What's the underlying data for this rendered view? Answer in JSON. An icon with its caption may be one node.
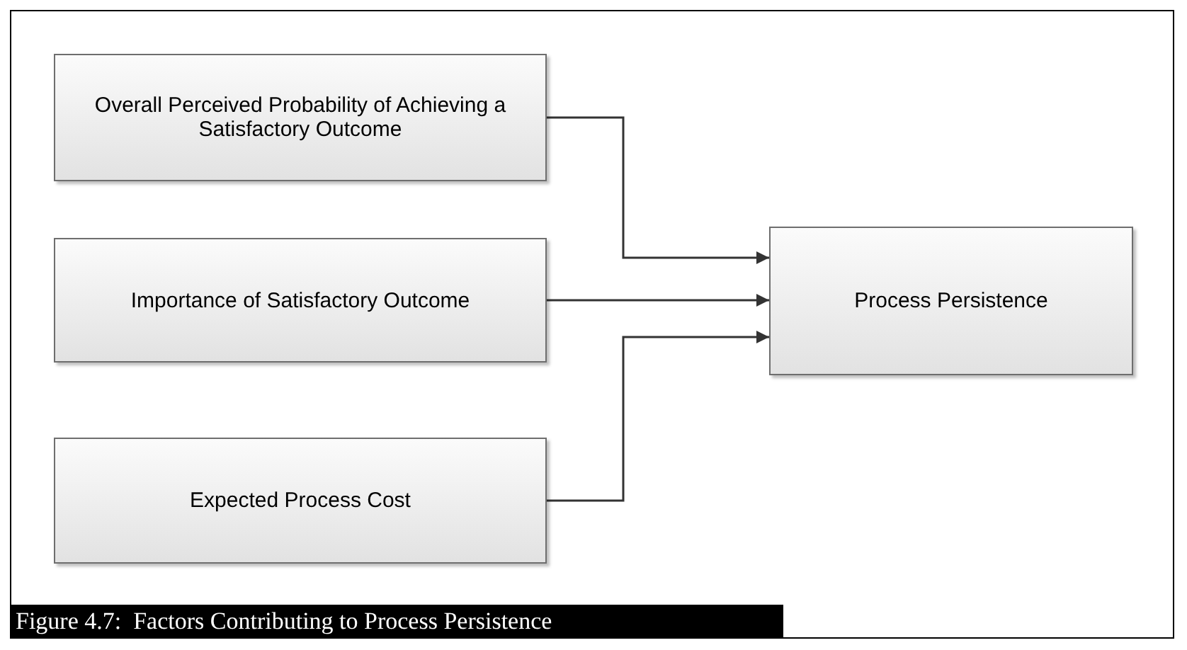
{
  "diagram": {
    "caption": "Figure 4.7:  Factors Contributing to Process Persistence",
    "nodes": [
      {
        "text": [
          "Overall Perceived Probability of Achieving a Satisfactory Outcome"
        ]
      },
      {
        "text": [
          "Importance of Satisfactory Outcome"
        ]
      },
      {
        "text": [
          "Expected Process Cost"
        ]
      },
      {
        "text": [
          "Process Persistence"
        ]
      }
    ],
    "edges": [
      {
        "from": 0,
        "to": 3,
        "arrow": "to"
      },
      {
        "from": 1,
        "to": 3,
        "arrow": "to"
      },
      {
        "from": 2,
        "to": 3,
        "arrow": "to"
      }
    ]
  }
}
